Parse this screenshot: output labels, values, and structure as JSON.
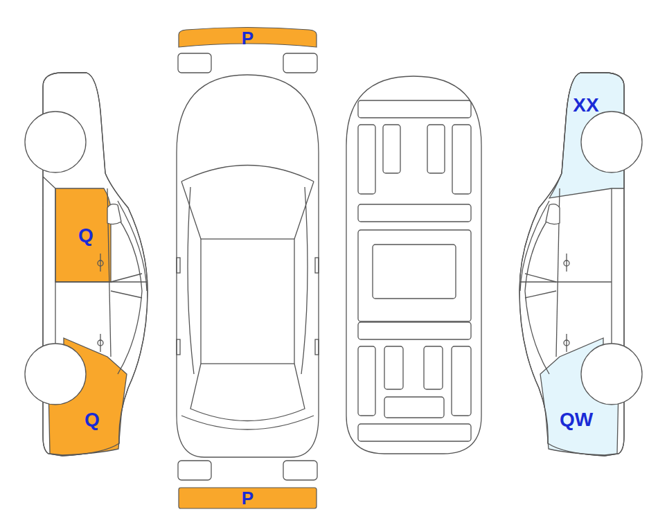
{
  "diagram": {
    "nodes": [
      {
        "text": [
          "P"
        ]
      },
      {
        "text": [
          "P"
        ]
      }
    ],
    "labels": [
      "XX",
      "Q",
      "Q",
      "QW"
    ]
  }
}
